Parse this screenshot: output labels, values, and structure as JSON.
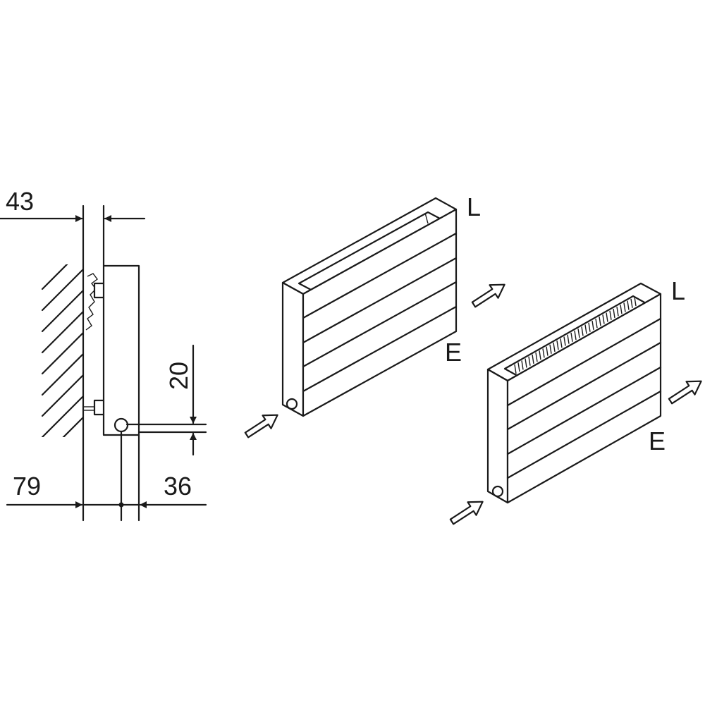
{
  "diagram": {
    "dimensions": {
      "wall_gap": "43",
      "outlet_height": "20",
      "wall_to_pipe": "79",
      "pipe_offset": "36"
    },
    "views": {
      "view1": {
        "label_l": "L",
        "label_e": "E"
      },
      "view2": {
        "label_l": "L",
        "label_e": "E"
      }
    },
    "colors": {
      "line": "#1a1a1a",
      "background": "#ffffff"
    },
    "icons": [
      "flow-arrow-icon",
      "hatched-wall"
    ]
  }
}
